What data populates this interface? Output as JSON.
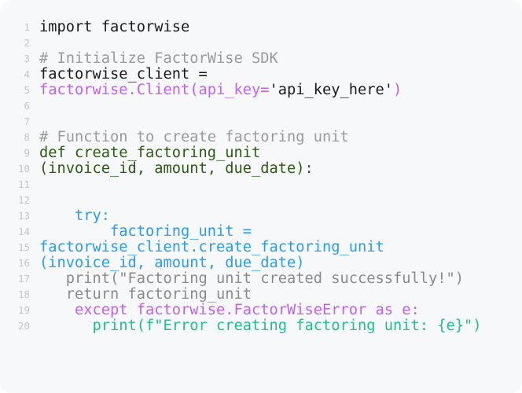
{
  "colors": {
    "default": "#1a1a1a",
    "comment": "#9a9a9a",
    "purple": "#c061f0",
    "green": "#2d5a12",
    "blue": "#2b9af3",
    "gray": "#8a8a8a",
    "teal": "#1fbf8f"
  },
  "lines": [
    {
      "n": "1",
      "segs": [
        {
          "t": "import factorwise",
          "c": "default"
        }
      ]
    },
    {
      "n": "2",
      "segs": []
    },
    {
      "n": "3",
      "segs": [
        {
          "t": "# Initialize FactorWise SDK",
          "c": "comment"
        }
      ]
    },
    {
      "n": "4",
      "segs": [
        {
          "t": "factorwise_client =",
          "c": "default"
        }
      ]
    },
    {
      "n": "5",
      "segs": [
        {
          "t": "factorwise.Client(api_key=",
          "c": "purple"
        },
        {
          "t": "'api_key_here'",
          "c": "default"
        },
        {
          "t": ")",
          "c": "purple"
        }
      ]
    },
    {
      "n": "6",
      "segs": []
    },
    {
      "n": "7",
      "segs": []
    },
    {
      "n": "8",
      "segs": [
        {
          "t": "# Function to create factoring unit",
          "c": "comment"
        }
      ]
    },
    {
      "n": "9",
      "segs": [
        {
          "t": "def create_factoring_unit",
          "c": "green"
        }
      ]
    },
    {
      "n": "10",
      "segs": [
        {
          "t": "(invoice_id, amount, due_date):",
          "c": "green"
        }
      ]
    },
    {
      "n": "11",
      "segs": []
    },
    {
      "n": "12",
      "segs": []
    },
    {
      "n": "13",
      "segs": [
        {
          "t": "    try:",
          "c": "blue"
        }
      ]
    },
    {
      "n": "14",
      "segs": [
        {
          "t": "        factoring_unit =",
          "c": "blue"
        }
      ]
    },
    {
      "n": "15",
      "segs": [
        {
          "t": "factorwise_client.create_factoring_unit",
          "c": "blue"
        }
      ]
    },
    {
      "n": "16",
      "segs": [
        {
          "t": "(invoice_id, amount, due_date)",
          "c": "blue"
        }
      ]
    },
    {
      "n": "17",
      "segs": [
        {
          "t": "   print(\"Factoring unit created successfully!\")",
          "c": "gray"
        }
      ]
    },
    {
      "n": "18",
      "segs": [
        {
          "t": "   return factoring_unit",
          "c": "gray"
        }
      ]
    },
    {
      "n": "19",
      "segs": [
        {
          "t": "    except factorwise.FactorWiseError as e:",
          "c": "purple"
        }
      ]
    },
    {
      "n": "20",
      "segs": [
        {
          "t": "      print(f\"Error creating factoring unit: {e}\")",
          "c": "teal"
        }
      ]
    }
  ]
}
